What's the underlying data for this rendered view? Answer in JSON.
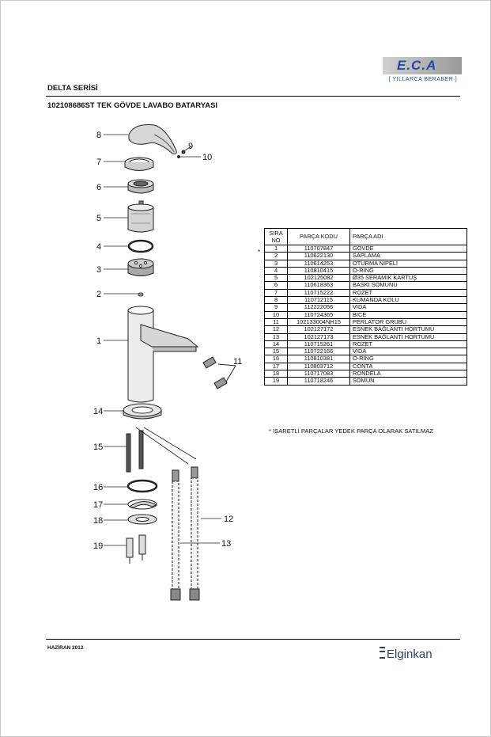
{
  "header": {
    "logo_text": "E.C.A",
    "logo_subtitle": "[ YILLARCA BERABER ]",
    "series_title": "DELTA SERİSİ",
    "product_title": "102108686ST TEK GÖVDE LAVABO BATARYASI"
  },
  "diagram": {
    "callouts": [
      "1",
      "2",
      "3",
      "4",
      "5",
      "6",
      "7",
      "8",
      "9",
      "10",
      "11",
      "12",
      "13",
      "14",
      "15",
      "16",
      "17",
      "18",
      "19"
    ]
  },
  "parts_table": {
    "headers": [
      "SIRA NO",
      "PARÇA KODU",
      "PARÇA ADI"
    ],
    "marker": "*",
    "rows": [
      [
        "1",
        "110707847",
        "GÖVDE"
      ],
      [
        "2",
        "110622130",
        "SAPLAMA"
      ],
      [
        "3",
        "110614253",
        "OTURMA NIPELI"
      ],
      [
        "4",
        "110810415",
        "O-RING"
      ],
      [
        "5",
        "102125082",
        "Ø35 SERAMIK KARTUŞ"
      ],
      [
        "6",
        "110618363",
        "BASKI SOMUNU"
      ],
      [
        "7",
        "110715222",
        "ROZET"
      ],
      [
        "8",
        "110712115",
        "KUMANDA KOLU"
      ],
      [
        "9",
        "112222056",
        "VIDA"
      ],
      [
        "10",
        "110724365",
        "BICE"
      ],
      [
        "11",
        "102133004NH15",
        "PERLATÖR GRUBU"
      ],
      [
        "12",
        "102127172",
        "ESNEK BAĞLANTI HORTUMU"
      ],
      [
        "13",
        "102127173",
        "ESNEK BAĞLANTI HORTUMU"
      ],
      [
        "14",
        "110715261",
        "ROZET"
      ],
      [
        "15",
        "110722166",
        "VIDA"
      ],
      [
        "16",
        "110810381",
        "O-RING"
      ],
      [
        "17",
        "110803712",
        "CONTA"
      ],
      [
        "18",
        "110717083",
        "RONDELA"
      ],
      [
        "19",
        "110718246",
        "SOMUN"
      ]
    ],
    "note": "* İŞARETLİ PARÇALAR YEDEK PARÇA OLARAK SATILMAZ"
  },
  "footer": {
    "date": "HAZİRAN 2012",
    "brand": "Elginkan"
  }
}
